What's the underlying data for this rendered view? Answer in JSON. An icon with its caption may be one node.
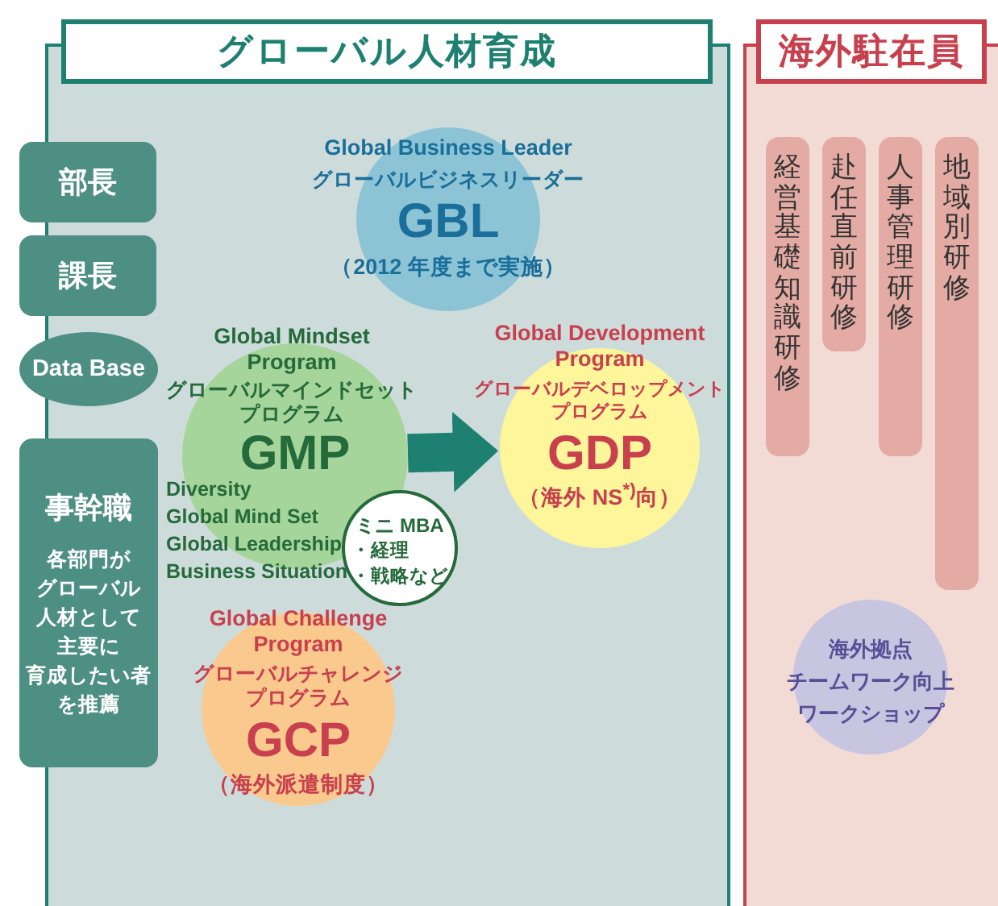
{
  "diagram": {
    "nodes": [
      {
        "text": [
          "グローバル人材育成"
        ]
      },
      {
        "text": [
          "部長"
        ]
      },
      {
        "text": [
          "課長"
        ]
      },
      {
        "text": [
          "Data Base"
        ]
      },
      {
        "text": [
          "事幹職",
          "各部門が",
          "グローバル",
          "人材として",
          "主要に",
          "育成したい者",
          "を推薦"
        ]
      },
      {
        "text": [
          "Global Business Leader",
          "グローバルビジネスリーダー",
          "GBL",
          "（2012 年度まで実施）"
        ],
        "in": 0
      },
      {
        "text": [
          "Global Mindset Program",
          "グローバルマインドセットプログラム",
          "GMP",
          "Diversity",
          "Global Mind Set",
          "Global Leadership",
          "Business Situation"
        ],
        "in": 0
      },
      {
        "text": [
          "ミニ MBA",
          "・経理",
          "・戦略など"
        ],
        "in": 0
      },
      {
        "text": [
          "Global Development Program",
          "グローバルデベロップメントプログラム",
          "GDP",
          "（海外 NS$^{*)}$向）"
        ],
        "in": 0
      },
      {
        "text": [
          "Global Challenge Program",
          "グローバルチャレンジプログラム",
          "GCP",
          "（海外派遣制度）"
        ],
        "in": 0
      },
      {
        "text": [
          "海外駐在員"
        ]
      },
      {
        "text": [
          "経営基礎知識研修"
        ],
        "in": 10
      },
      {
        "text": [
          "赴任直前研修"
        ],
        "in": 10
      },
      {
        "text": [
          "人事管理研修"
        ],
        "in": 10
      },
      {
        "text": [
          "地域別研修"
        ],
        "in": 10
      },
      {
        "text": [
          "海外拠点",
          "チームワーク向上",
          "ワークショップ"
        ],
        "in": 10
      }
    ],
    "edges": [
      {
        "from": 6,
        "to": 8,
        "arrow": "to"
      }
    ]
  }
}
